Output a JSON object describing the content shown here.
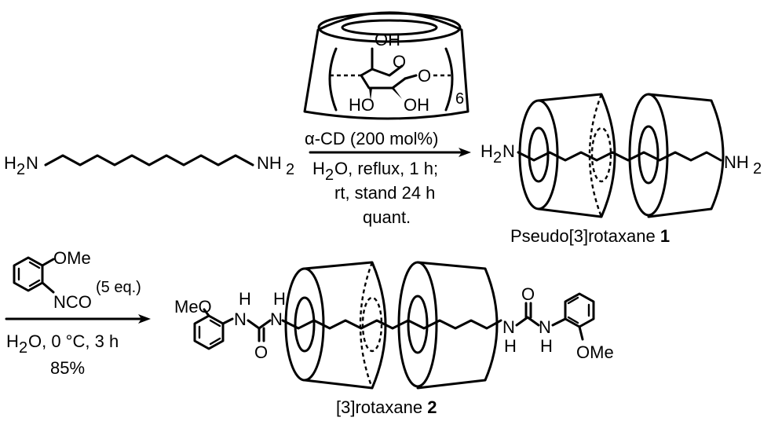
{
  "reaction1": {
    "reactant_left": "H",
    "reactant_left_sub": "2",
    "reactant_left_atom": "N",
    "reactant_right_atom": "NH",
    "reactant_right_sub": "2",
    "cd_OH_top": "OH",
    "cd_O_ring": "O",
    "cd_O_link": "O",
    "cd_HO": "HO",
    "cd_OH_bottom": "OH",
    "cd_repeat": "6",
    "reagent_line": "α-CD (200 mol%)",
    "cond1_a": "H",
    "cond1_sub": "2",
    "cond1_b": "O, reflux, 1 h;",
    "cond2": "rt, stand 24 h",
    "yield": "quant.",
    "product_left_H": "H",
    "product_left_sub": "2",
    "product_left_N": "N",
    "product_right": "NH",
    "product_right_sub": "2",
    "product_name": "Pseudo[3]rotaxane ",
    "product_number": "1"
  },
  "reaction2": {
    "reagent_OMe": "OMe",
    "reagent_NCO": "NCO",
    "reagent_eq": "(5 eq.)",
    "cond_a": "H",
    "cond_sub": "2",
    "cond_b": "O, 0 °C, 3 h",
    "yield": "85%",
    "left_MeO": "MeO",
    "left_H1": "H",
    "left_N1": "N",
    "left_O": "O",
    "left_N2": "N",
    "left_H2": "H",
    "right_N1": "N",
    "right_H1": "H",
    "right_O": "O",
    "right_N2": "N",
    "right_H2": "H",
    "right_OMe": "OMe",
    "product_name": "[3]rotaxane ",
    "product_number": "2"
  }
}
